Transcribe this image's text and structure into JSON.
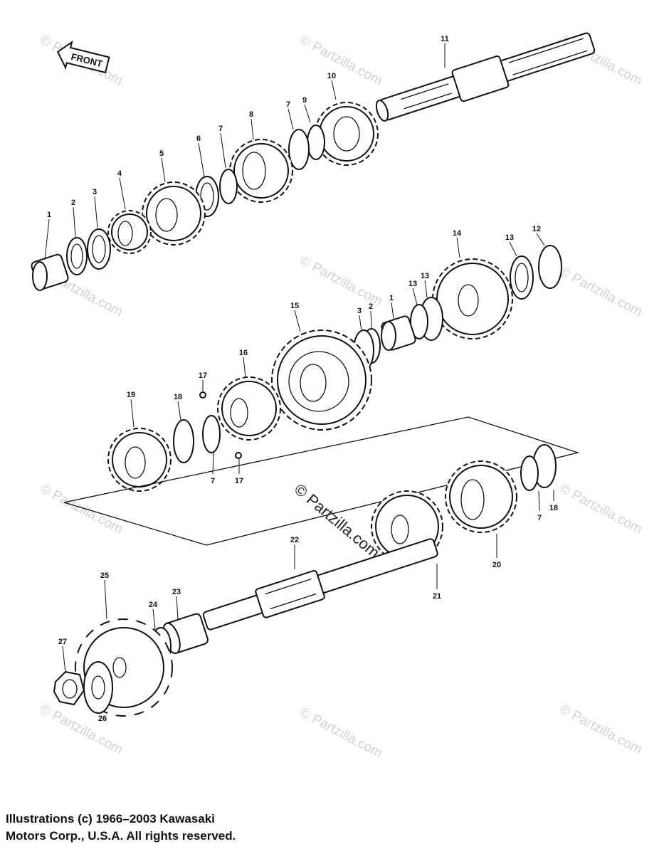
{
  "front_label": "FRONT",
  "watermark": "© Partzilla.com",
  "callouts": [
    {
      "id": "c-11",
      "label": "11"
    },
    {
      "id": "c-10",
      "label": "10"
    },
    {
      "id": "c-9",
      "label": "9"
    },
    {
      "id": "c-8",
      "label": "8"
    },
    {
      "id": "c-7a",
      "label": "7"
    },
    {
      "id": "c-7b",
      "label": "7"
    },
    {
      "id": "c-6",
      "label": "6"
    },
    {
      "id": "c-5",
      "label": "5"
    },
    {
      "id": "c-4",
      "label": "4"
    },
    {
      "id": "c-3a",
      "label": "3"
    },
    {
      "id": "c-2a",
      "label": "2"
    },
    {
      "id": "c-1a",
      "label": "1"
    },
    {
      "id": "c-14",
      "label": "14"
    },
    {
      "id": "c-13a",
      "label": "13"
    },
    {
      "id": "c-12",
      "label": "12"
    },
    {
      "id": "c-13b",
      "label": "13"
    },
    {
      "id": "c-13c",
      "label": "13"
    },
    {
      "id": "c-1b",
      "label": "1"
    },
    {
      "id": "c-2b",
      "label": "2"
    },
    {
      "id": "c-3b",
      "label": "3"
    },
    {
      "id": "c-15",
      "label": "15"
    },
    {
      "id": "c-16",
      "label": "16"
    },
    {
      "id": "c-17a",
      "label": "17"
    },
    {
      "id": "c-18a",
      "label": "18"
    },
    {
      "id": "c-19",
      "label": "19"
    },
    {
      "id": "c-7c",
      "label": "7"
    },
    {
      "id": "c-17b",
      "label": "17"
    },
    {
      "id": "c-7d",
      "label": "7"
    },
    {
      "id": "c-18b",
      "label": "18"
    },
    {
      "id": "c-20",
      "label": "20"
    },
    {
      "id": "c-21",
      "label": "21"
    },
    {
      "id": "c-22",
      "label": "22"
    },
    {
      "id": "c-23",
      "label": "23"
    },
    {
      "id": "c-24",
      "label": "24"
    },
    {
      "id": "c-25",
      "label": "25"
    },
    {
      "id": "c-26",
      "label": "26"
    },
    {
      "id": "c-27",
      "label": "27"
    }
  ],
  "copyright": "Illustrations (c) 1966–2003 Kawasaki\nMotors Corp., U.S.A.  All rights reserved."
}
